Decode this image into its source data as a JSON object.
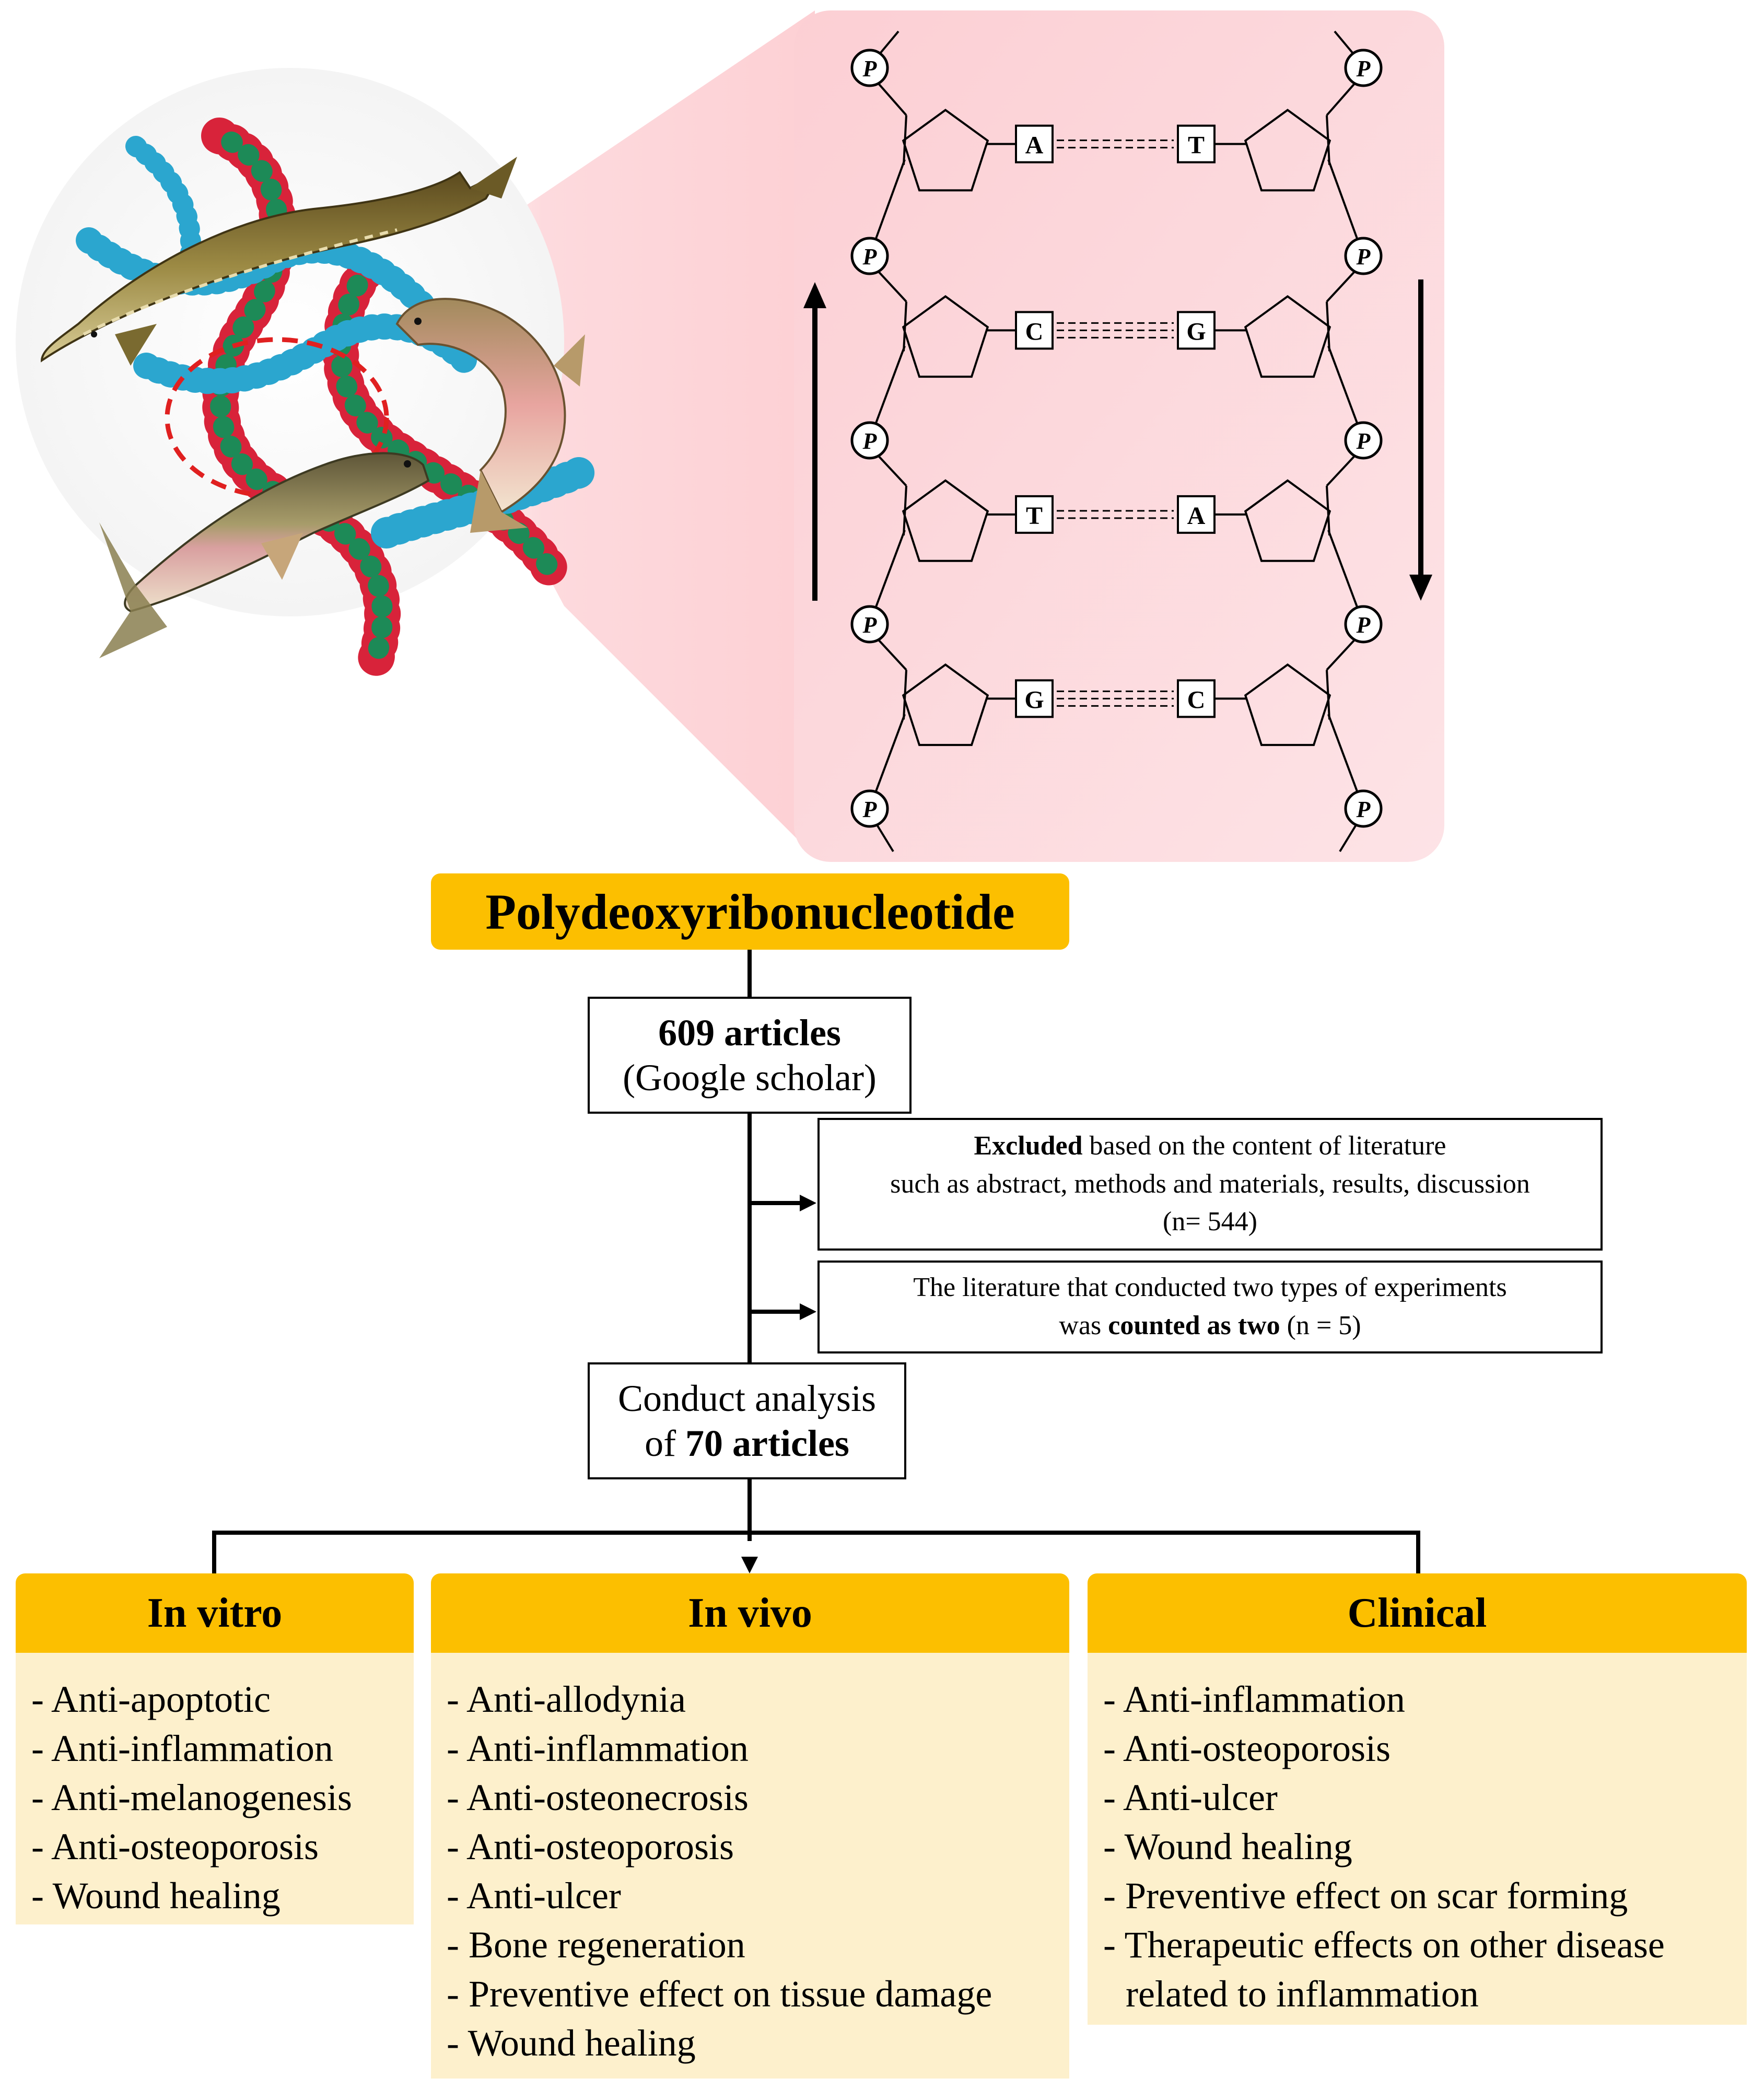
{
  "dna_diagram": {
    "phosphate_label": "P",
    "base_pairs": [
      {
        "left": "A",
        "right": "T"
      },
      {
        "left": "C",
        "right": "G"
      },
      {
        "left": "T",
        "right": "A"
      },
      {
        "left": "G",
        "right": "C"
      }
    ]
  },
  "title": "Polydeoxyribonucleotide",
  "search_box": {
    "count": "609 articles",
    "source": "(Google scholar)"
  },
  "exclusion_box": {
    "bold": "Excluded",
    "line1_rest": " based on the content of literature",
    "line2": "such as abstract, methods and materials, results, discussion",
    "line3": "(n= 544)"
  },
  "double_count_box": {
    "line1": "The literature that conducted two types of experiments",
    "line2_pre": "was ",
    "line2_bold": "counted as two",
    "line2_post": " (n = 5)"
  },
  "analysis_box": {
    "line1": "Conduct analysis",
    "line2_pre": "of ",
    "line2_bold": "70 articles"
  },
  "columns": [
    {
      "title": "In vitro",
      "items": [
        "- Anti-apoptotic",
        "- Anti-inflammation",
        "- Anti-melanogenesis",
        "- Anti-osteoporosis",
        "- Wound healing"
      ]
    },
    {
      "title": "In vivo",
      "items": [
        "- Anti-allodynia",
        "- Anti-inflammation",
        "- Anti-osteonecrosis",
        "- Anti-osteoporosis",
        "- Anti-ulcer",
        "- Bone regeneration",
        "- Preventive effect on tissue damage",
        "- Wound healing"
      ]
    },
    {
      "title": "Clinical",
      "items": [
        "- Anti-inflammation",
        "- Anti-osteoporosis",
        "- Anti-ulcer",
        "- Wound healing",
        "- Preventive effect on scar forming",
        "- Therapeutic effects on other disease"
      ],
      "continuation": "related to inflammation"
    }
  ],
  "colors": {
    "highlight": "#fcbf00",
    "panel_fill": "#fdf0cc",
    "zoom_panel": "#fdd0d4"
  }
}
